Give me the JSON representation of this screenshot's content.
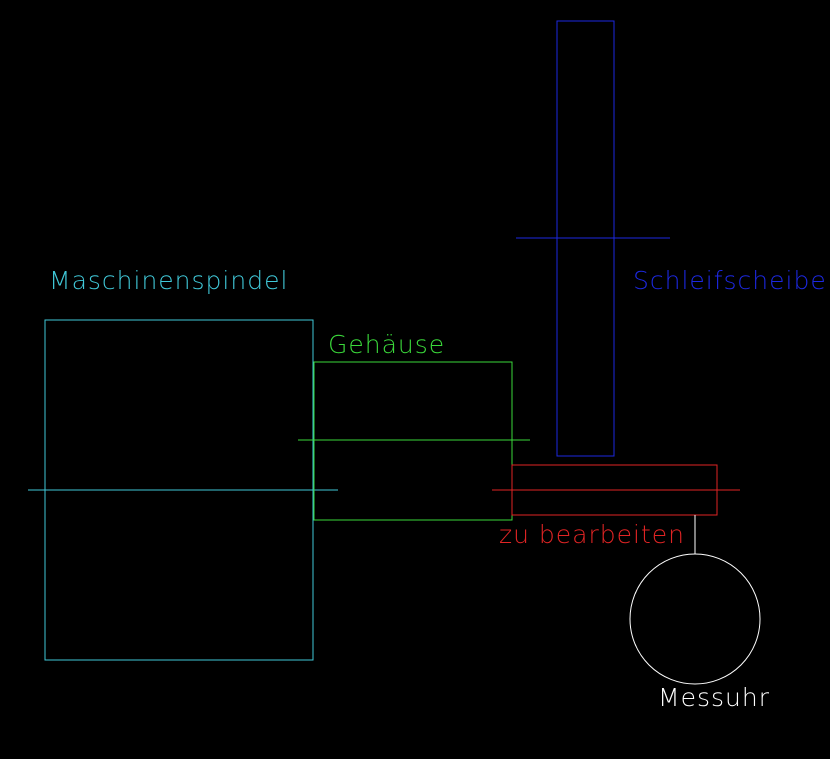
{
  "colors": {
    "background": "#000000",
    "spindle": "#40c8d8",
    "housing": "#3ad83a",
    "grinding_wheel": "#1c28e0",
    "workpiece": "#e02424",
    "gauge": "#ffffff"
  },
  "labels": {
    "spindle": "Maschinenspindel",
    "housing": "Gehäuse",
    "grinding_wheel": "Schleifscheibe",
    "workpiece": "zu bearbeiten",
    "gauge": "Messuhr"
  }
}
